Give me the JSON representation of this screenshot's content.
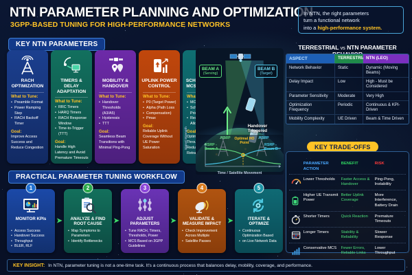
{
  "header": {
    "title": "NTN PARAMETER PLANNING AND OPTIMIZATION",
    "subtitle": "3GPP-BASED TUNING FOR HIGH-PERFORMANCE NETWORKS",
    "callout_line1": "In NTN, the right parameters",
    "callout_line2": "turn a functional network",
    "callout_line3_prefix": "into a ",
    "callout_line3_bold": "high-performance system."
  },
  "sections": {
    "parameters_pill": "KEY NTN PARAMETERS",
    "workflow_pill": "PRACTICAL PARAMETER TUNING WORKFLOW",
    "comparison_title_left": "TERRESTRIAL",
    "comparison_title_vs": "vs",
    "comparison_title_right": "NTN PARAMETER BEHAVIOR",
    "tradeoffs_pill": "KEY TRADE-OFFS"
  },
  "parameter_cards": [
    {
      "icon": "cell-tower-icon",
      "title": "RACH OPTIMIZATION",
      "tune_label": "What to Tune:",
      "tune_items": [
        "Preamble Format",
        "Power Ramping Step",
        "RACH Backoff Timer"
      ],
      "goal_label": "Goal:",
      "goal": "Improve Access Success and Reduce Congestion",
      "color_top": "#1b3f8f",
      "color_bottom": "#122a63"
    },
    {
      "icon": "satellite-dish-monitor-icon",
      "title": "TIMERS & DELAY ADAPTATION",
      "tune_label": "What to Tune:",
      "tune_items": [
        "RRC Timers",
        "HARQ Timers",
        "RACH Response Window",
        "Time-to-Trigger (TTT)"
      ],
      "goal_label": "Goal:",
      "goal": "Handle High Latency and Avoid Premature Timeouts",
      "color_top": "#12705e",
      "color_bottom": "#0d4f47"
    },
    {
      "icon": "satellite-pins-icon",
      "title": "MOBILITY & HANDOVER",
      "tune_label": "What to Tune:",
      "tune_items": [
        "Handover Thresholds (A3/A5)",
        "Hysteresis",
        "TTT"
      ],
      "goal_label": "Goal:",
      "goal": "Seamless Beam Transitions with Minimal Ping-Pong",
      "color_top": "#6d2aa8",
      "color_bottom": "#4c1f7d"
    },
    {
      "icon": "uplink-power-phone-icon",
      "title": "UPLINK POWER CONTROL",
      "tune_label": "What to Tune:",
      "tune_items": [
        "P0 (Target Power)",
        "Alpha (Path Loss",
        "Compensation)",
        "Pmax"
      ],
      "goal_label": "Goal:",
      "goal": "Reliable Uplink Coverage Without UE Power Saturation",
      "color_top": "#c1470c",
      "color_bottom": "#93360a"
    },
    {
      "icon": "checklist-icon",
      "title": "SCHEDULING & MCS SETTINGS",
      "tune_label": "What to Tune:",
      "tune_items": [
        "MCS Thresholds",
        "Scheduler Priorities",
        "Resource Allocation Policies"
      ],
      "goal_label": "Goal:",
      "goal": "Optimize Throughput and Reduce Retransmissions",
      "color_top": "#0f6f72",
      "color_bottom": "#0b4d55"
    }
  ],
  "scene": {
    "beam_a_label": "BEAM A",
    "beam_a_sub": "(Serving)",
    "beam_b_label": "BEAM B",
    "beam_b_sub": "(Target)",
    "handover_line1": "Handover",
    "handover_line2": "Triggered",
    "beam_a_color": "#6ef08a",
    "beam_b_color": "#6fd8f2"
  },
  "chart_data": {
    "type": "line",
    "title": "",
    "xlabel": "Time / Satellite Movement",
    "ylabel": "Signal Strength",
    "grid": false,
    "legend": "inline-annotations",
    "annotations": [
      {
        "text": "RSRP",
        "target": "beam-a"
      },
      {
        "text": "RSRP - Beam A",
        "target": "beam-a"
      },
      {
        "text": "RSRP",
        "target": "beam-b"
      },
      {
        "text": "RSRP - Beam B",
        "target": "beam-b"
      },
      {
        "text": "Optimal HO Point",
        "target": "crossover"
      }
    ],
    "x": [
      0,
      1,
      2,
      3,
      4,
      5,
      6,
      7,
      8,
      9,
      10
    ],
    "series": [
      {
        "name": "RSRP - Beam A",
        "color": "#5fd67f",
        "values": [
          92,
          91,
          89,
          85,
          76,
          62,
          46,
          32,
          22,
          16,
          12
        ]
      },
      {
        "name": "RSRP - Beam B",
        "color": "#49c6e8",
        "values": [
          10,
          13,
          18,
          26,
          38,
          56,
          72,
          83,
          89,
          92,
          94
        ]
      }
    ],
    "crossover": {
      "x": 5,
      "y": 59,
      "label": "Optimal HO Point",
      "color": "#ffc326"
    },
    "xlim": [
      0,
      10
    ],
    "ylim": [
      0,
      100
    ]
  },
  "comparison_table": {
    "columns": [
      "ASPECT",
      "TERRESTRIAL",
      "NTN (LEO)"
    ],
    "rows": [
      [
        "Network Behavior",
        "Static",
        "Dynamic (Moving Beams)"
      ],
      [
        "Delay Impact",
        "Low",
        "High - Must be Considered"
      ],
      [
        "Parameter Sensitivity",
        "Moderate",
        "Very High"
      ],
      [
        "Optimization Frequency",
        "Periodic",
        "Continuous & KPI-Driven"
      ],
      [
        "Mobility Complexity",
        "UE Driven",
        "Beam & Time Driven"
      ]
    ]
  },
  "tradeoffs": {
    "columns": [
      "PARAMETER ACTION",
      "BENEFIT",
      "RISK"
    ],
    "col_action_line1": "PARAMETER",
    "col_action_line2": "ACTION",
    "rows": [
      {
        "icon": "gauge-icon",
        "action": "Lower Thresholds",
        "benefit": "Faster Access & Handover",
        "risk": "Ping-Pong, Instability"
      },
      {
        "icon": "battery-icon",
        "action": "Higher UE Transmit Power",
        "benefit": "Better Uplink Coverage",
        "risk": "More Interference, Battery Drain"
      },
      {
        "icon": "stopwatch-icon",
        "action": "Shorter Timers",
        "benefit": "Quick Reaction",
        "risk": "Premature Timeouts"
      },
      {
        "icon": "calendar-icon",
        "action": "Longer Timers",
        "benefit": "Stability & Reliability",
        "risk": "Slower Response"
      },
      {
        "icon": "signal-bars-icon",
        "action": "Conservative MCS",
        "benefit": "Fewer Errors, Reliable Links",
        "risk": "Lower Throughput"
      }
    ]
  },
  "workflow": [
    {
      "number": "1",
      "icon": "monitor-kpi-icon",
      "title": "MONITOR KPIs",
      "items": [
        "Access Success",
        "Handover Success",
        "Throughput",
        "BLER, RLF"
      ],
      "color_top": "#1b49a8",
      "color_bottom": "#12306e",
      "badge": "#1f6fd0"
    },
    {
      "number": "2",
      "icon": "clipboard-search-icon",
      "title": "ANALYZE & FIND ROOT CAUSE",
      "items": [
        "Map Symptoms to Parameters",
        "Identify Bottlenecks"
      ],
      "color_top": "#13705c",
      "color_bottom": "#0c4a42",
      "badge": "#2aa84a"
    },
    {
      "number": "3",
      "icon": "sliders-icon",
      "title": "ADJUST PARAMETERS",
      "items": [
        "Tune RACH, Timers, Thresholds, Power",
        "MCS Based on 3GPP Guidelines"
      ],
      "color_top": "#6a33b5",
      "color_bottom": "#4a2383",
      "badge": "#8b46d8"
    },
    {
      "number": "4",
      "icon": "dish-signal-icon",
      "title": "VALIDATE & MEASURE IMPACT",
      "items": [
        "Check Improvement Across Multiple",
        "Satellite Passes"
      ],
      "color_top": "#b05410",
      "color_bottom": "#8a3d0a",
      "badge": "#d97a1c"
    },
    {
      "number": "5",
      "icon": "refresh-gear-icon",
      "title": "ITERATE & OPTIMIZE",
      "items": [
        "Continuous Optimization Based",
        "on Live Network Data"
      ],
      "color_top": "#0f6a74",
      "color_bottom": "#0a4a55",
      "badge": "#1b94a6"
    }
  ],
  "insight": {
    "label": "KEY INSIGHT:",
    "text": "In NTN, parameter tuning is not a one-time task. It's a continuous process that balances delay, mobility, coverage, and performance."
  }
}
